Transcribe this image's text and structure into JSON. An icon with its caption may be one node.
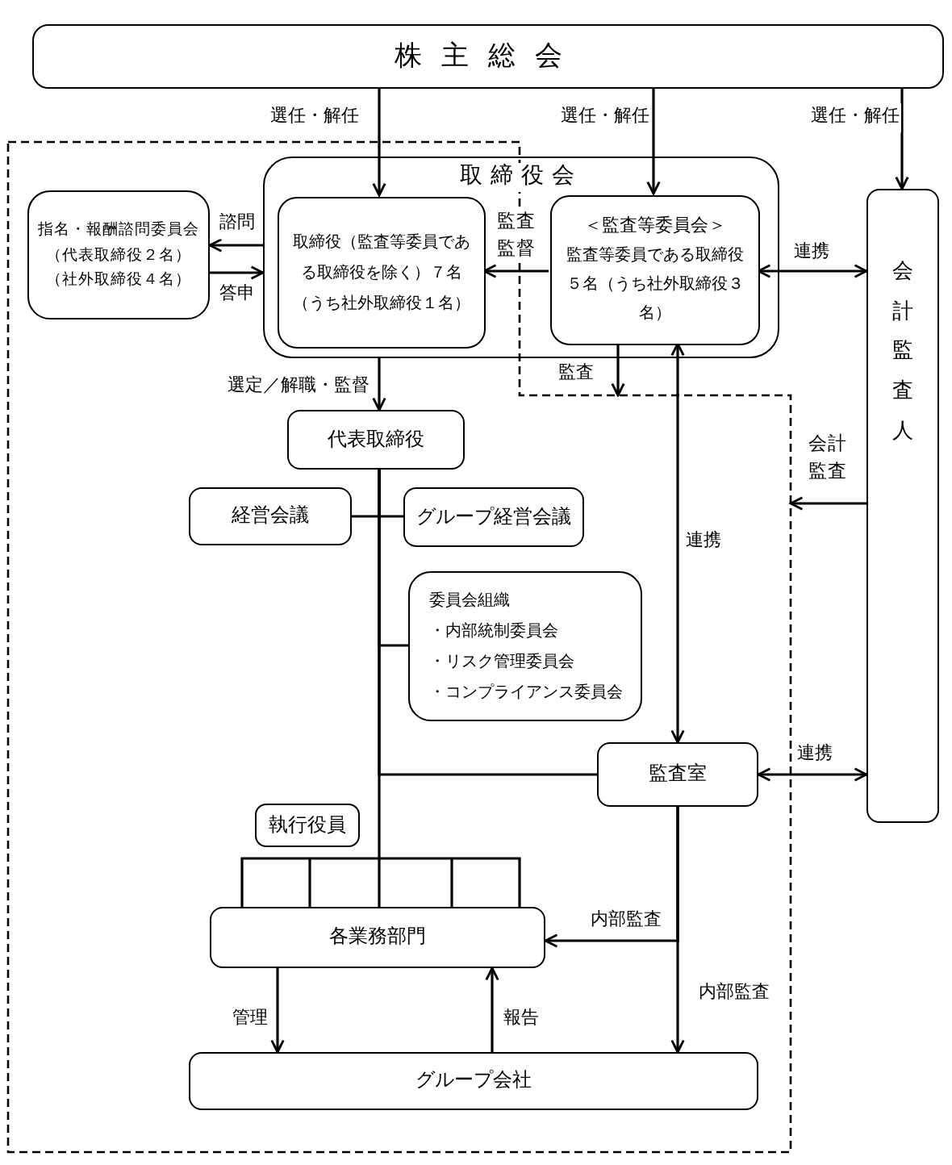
{
  "diagram": {
    "nodes": [
      {
        "text": [
          "株主総会"
        ]
      },
      {
        "text": [
          "取締役会"
        ]
      },
      {
        "text": [
          "取締役（監査等委員である取締役を除く）７名（うち社外取締役１名）"
        ],
        "in": 1
      },
      {
        "text": [
          "＜監査等委員会＞",
          "監査等委員である取締役５名（うち社外取締役３名）"
        ],
        "in": 1
      },
      {
        "text": [
          "指名・報酬諮問委員会",
          "（代表取締役２名）（社外取締役４名）"
        ]
      },
      {
        "text": [
          "会計監査人"
        ]
      },
      {
        "text": [
          "代表取締役"
        ]
      },
      {
        "text": [
          "経営会議"
        ]
      },
      {
        "text": [
          "グループ経営会議"
        ]
      },
      {
        "text": [
          "委員会組織",
          "・内部統制委員会",
          "・リスク管理委員会",
          "・コンプライアンス委員会"
        ]
      },
      {
        "text": [
          "監査室"
        ]
      },
      {
        "text": [
          "執行役員"
        ]
      },
      {
        "text": [
          "各業務部門"
        ]
      },
      {
        "text": [
          "グループ会社"
        ]
      }
    ],
    "edges": [
      {
        "from": 0,
        "to": 2,
        "arrow": "to",
        "label": "選任・解任"
      },
      {
        "from": 0,
        "to": 3,
        "arrow": "to",
        "label": "選任・解任"
      },
      {
        "from": 0,
        "to": 5,
        "arrow": "to",
        "label": "選任・解任"
      },
      {
        "from": 1,
        "to": 4,
        "arrow": "to",
        "label": "諮問"
      },
      {
        "from": 4,
        "to": 1,
        "arrow": "to",
        "label": "答申"
      },
      {
        "from": 3,
        "to": 2,
        "arrow": "to",
        "label": "監査監督"
      },
      {
        "from": 3,
        "to": 5,
        "arrow": "both",
        "label": "連携"
      },
      {
        "from": 1,
        "to": 6,
        "arrow": "to",
        "label": "選定／解職・監督"
      },
      {
        "from": 3,
        "to": null,
        "arrow": "to",
        "label": "監査"
      },
      {
        "from": 3,
        "to": 10,
        "arrow": "both",
        "label": "連携"
      },
      {
        "from": 5,
        "to": null,
        "arrow": "to",
        "label": "会計監査"
      },
      {
        "from": 10,
        "to": 5,
        "arrow": "both",
        "label": "連携"
      },
      {
        "from": 6,
        "to": 7,
        "arrow": "none"
      },
      {
        "from": 6,
        "to": 8,
        "arrow": "none"
      },
      {
        "from": 6,
        "to": 9,
        "arrow": "none"
      },
      {
        "from": 6,
        "to": 10,
        "arrow": "none"
      },
      {
        "from": 6,
        "to": 12,
        "arrow": "none"
      },
      {
        "from": 10,
        "to": 12,
        "arrow": "to",
        "label": "内部監査"
      },
      {
        "from": 10,
        "to": 13,
        "arrow": "to",
        "label": "内部監査"
      },
      {
        "from": 12,
        "to": 13,
        "arrow": "to",
        "label": "管理"
      },
      {
        "from": 13,
        "to": 12,
        "arrow": "to",
        "label": "報告"
      }
    ]
  }
}
